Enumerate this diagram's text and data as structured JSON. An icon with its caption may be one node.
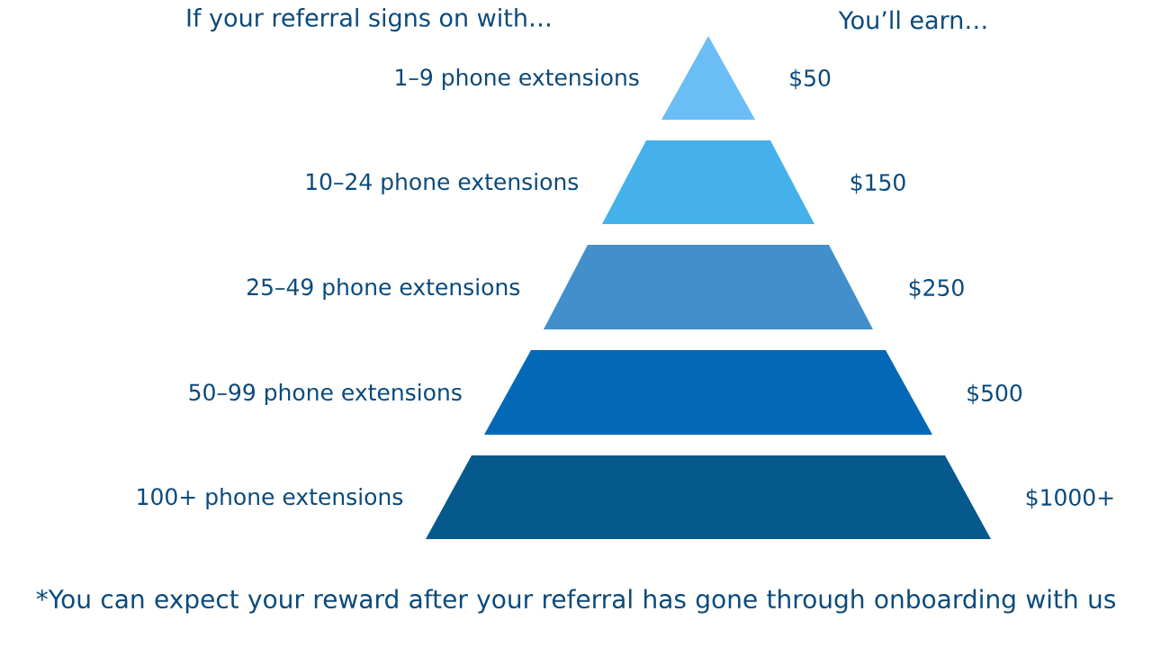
{
  "diagram": {
    "caption": "*You can expect your reward after your referral has gone through onboarding with us",
    "nodes": [
      {
        "text": [],
        "shape": "triangle",
        "beside": [
          "1–9 phone extensions",
          "$50"
        ]
      },
      {
        "text": [],
        "shape": "trapezoid",
        "beside": [
          "10–24 phone extensions",
          "$150"
        ]
      },
      {
        "text": [],
        "shape": "trapezoid",
        "beside": [
          "25–49 phone extensions",
          "$250"
        ]
      },
      {
        "text": [],
        "shape": "trapezoid",
        "beside": [
          "50–99 phone extensions",
          "$500"
        ]
      },
      {
        "text": [],
        "shape": "trapezoid",
        "beside": [
          "100+ phone extensions",
          "$1000+"
        ]
      }
    ],
    "labels": [
      "If your referral signs on with…",
      "You’ll earn…"
    ]
  }
}
